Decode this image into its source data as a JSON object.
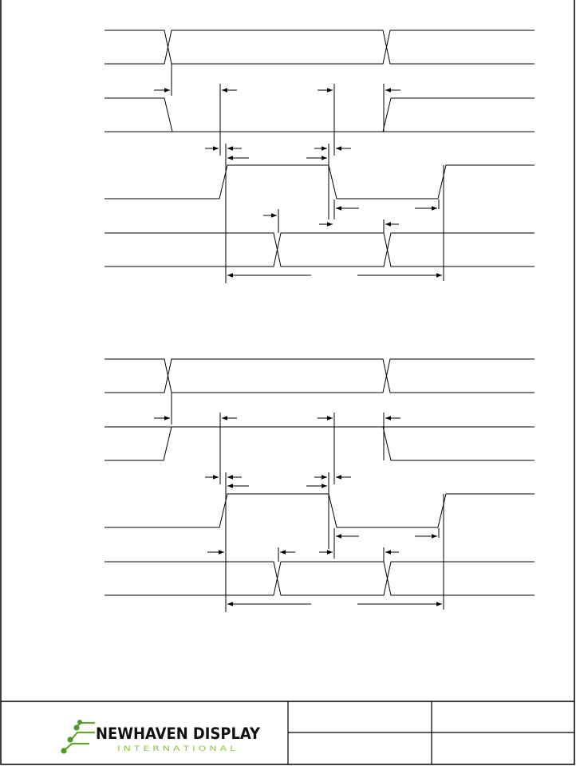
{
  "logo": {
    "name": "NEWHAVEN DISPLAY",
    "subtitle": "I N T E R N A T I O N A L",
    "colors": {
      "text": "#111111",
      "accent": "#4e9a2a",
      "accent_light": "#8cc63f"
    }
  },
  "diagrams": [
    {
      "id": "timing-write",
      "signals": 4
    },
    {
      "id": "timing-read",
      "signals": 4
    }
  ]
}
